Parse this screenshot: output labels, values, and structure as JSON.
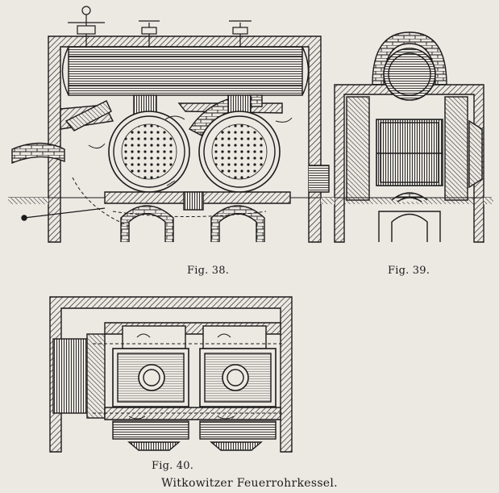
{
  "figures": [
    {
      "label": "Fig. 38."
    },
    {
      "label": "Fig. 39."
    },
    {
      "label": "Fig. 40."
    }
  ],
  "caption": "Witkowitzer Feuerrohrkessel.",
  "colors": {
    "paper": "#ece9e3",
    "ink": "#1b1b1b"
  }
}
